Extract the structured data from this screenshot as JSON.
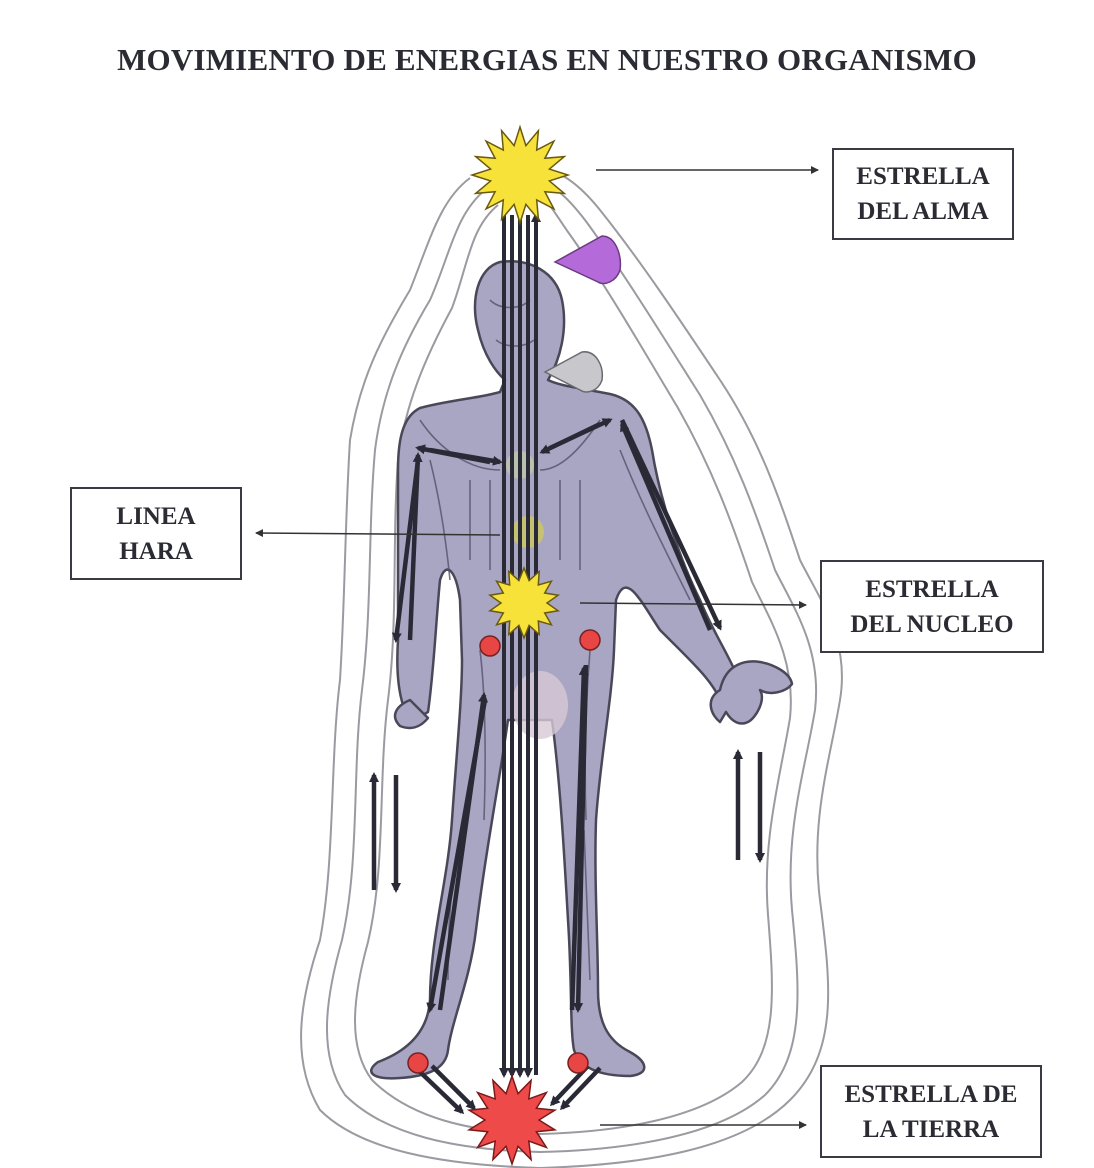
{
  "title": "MOVIMIENTO DE ENERGIAS EN NUESTRO ORGANISMO",
  "labels": {
    "soul_star": {
      "line1": "ESTRELLA",
      "line2": "DEL ALMA"
    },
    "hara_line": {
      "line1": "LINEA",
      "line2": "HARA"
    },
    "core_star": {
      "line1": "ESTRELLA",
      "line2": "DEL NUCLEO"
    },
    "earth_star": {
      "line1": "ESTRELLA DE",
      "line2": "LA TIERRA"
    }
  },
  "colors": {
    "body_fill": "#a9a6c4",
    "body_stroke": "#4a4858",
    "arrow": "#2a2a36",
    "star_yellow": "#f7e23a",
    "star_red": "#ef4a4a",
    "energy_point": "#e84545",
    "aura": "#9a9aa0",
    "cone": "#b46ad8"
  }
}
